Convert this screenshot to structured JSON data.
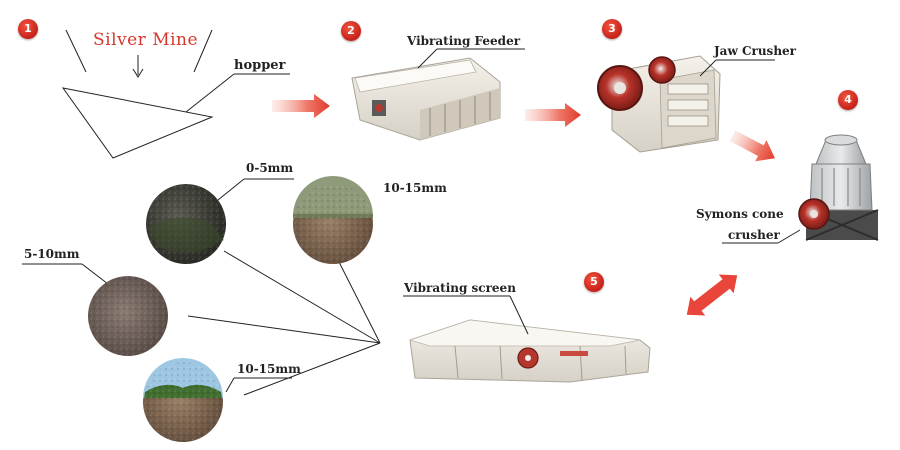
{
  "steps": [
    "1",
    "2",
    "3",
    "4",
    "5"
  ],
  "labels": {
    "title": "Silver Mine",
    "hopper": "hopper",
    "vibrating_feeder": "Vibrating Feeder",
    "jaw_crusher": "Jaw Crusher",
    "cone_line1": "Symons cone",
    "cone_line2": "crusher",
    "vibrating_screen": "Vibrating screen",
    "size_0_5": "0-5mm",
    "size_10_15_top": "10-15mm",
    "size_5_10": "5-10mm",
    "size_10_15_bottom": "10-15mm"
  },
  "colors": {
    "accent_red": "#d8352a",
    "arrow_red": "#e8463a",
    "text": "#222222",
    "line": "#222222"
  },
  "icons": {
    "flow_arrow": "right-arrow-icon",
    "bidirectional_arrow": "double-arrow-icon"
  }
}
